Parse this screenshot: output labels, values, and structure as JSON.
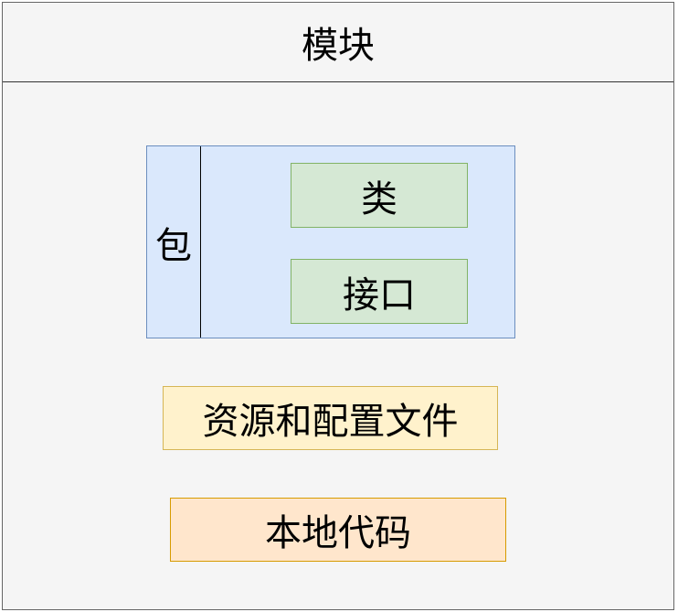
{
  "module": {
    "title": "模块"
  },
  "package": {
    "label": "包",
    "items": [
      {
        "label": "类"
      },
      {
        "label": "接口"
      }
    ]
  },
  "resources": {
    "label": "资源和配置文件"
  },
  "native_code": {
    "label": "本地代码"
  },
  "colors": {
    "module_fill": "#f5f5f5",
    "package_fill": "#dae8fc",
    "package_border": "#6c8ebf",
    "item_fill": "#d5e8d4",
    "item_border": "#82b366",
    "resources_fill": "#fff2cc",
    "resources_border": "#d6b656",
    "native_fill": "#ffe6cc",
    "native_border": "#d79b00"
  }
}
